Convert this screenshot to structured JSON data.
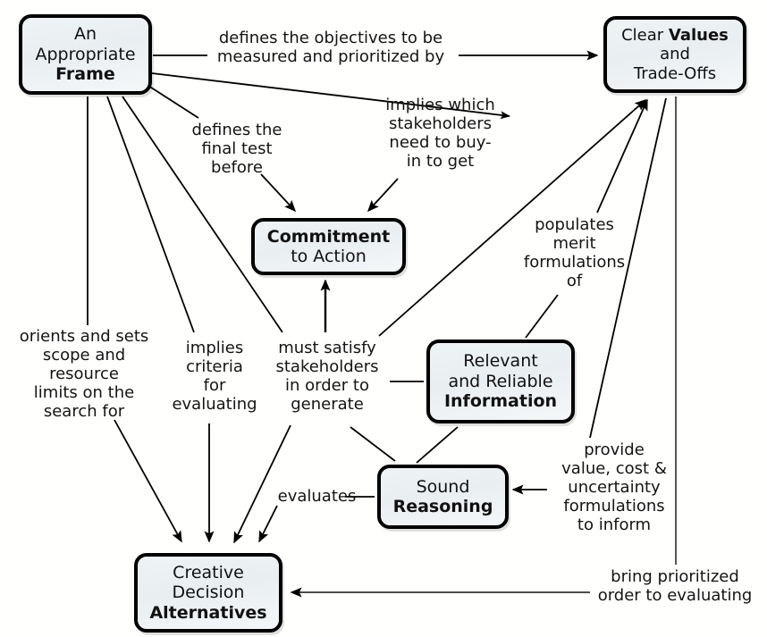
{
  "diagram": {
    "title": "Decision Quality Concept Map",
    "background_color": "#fffffd",
    "node_fill_color": "#eef3f5",
    "node_border_color": "#000000",
    "edge_color": "#000000",
    "nodes": [
      {
        "id": "frame",
        "lines": [
          "An",
          "Appropriate",
          "Frame"
        ],
        "bold_line_index": 2
      },
      {
        "id": "values",
        "lines": [
          "Clear Values",
          "and",
          "Trade-Offs"
        ],
        "bold_inline": "Values"
      },
      {
        "id": "commitment",
        "lines": [
          "Commitment",
          "to Action"
        ],
        "bold_line_index": 0
      },
      {
        "id": "information",
        "lines": [
          "Relevant",
          "and Reliable",
          "Information"
        ],
        "bold_line_index": 2
      },
      {
        "id": "reasoning",
        "lines": [
          "Sound",
          "Reasoning"
        ],
        "bold_line_index": 1
      },
      {
        "id": "alternatives",
        "lines": [
          "Creative",
          "Decision",
          "Alternatives"
        ],
        "bold_line_index": 2
      }
    ],
    "edge_labels": {
      "defines_objectives": "defines the objectives to be\nmeasured and prioritized by",
      "implies_which": "implies which\nstakeholders\nneed to buy-\nin to get",
      "defines_final_test": "defines the\nfinal test\nbefore",
      "populates_merit": "populates\nmerit\nformulations\nof",
      "orients_scope": "orients and sets\nscope and\nresource\nlimits on the\nsearch for",
      "implies_criteria": "implies\ncriteria\nfor\nevaluating",
      "must_satisfy": "must satisfy\nstakeholders\nin order to\ngenerate",
      "provide_value": "provide\nvalue, cost &\nuncertainty\nformulations\nto inform",
      "evaluates": "evaluates",
      "bring_prioritized": "bring prioritized\norder to  evaluating"
    }
  }
}
